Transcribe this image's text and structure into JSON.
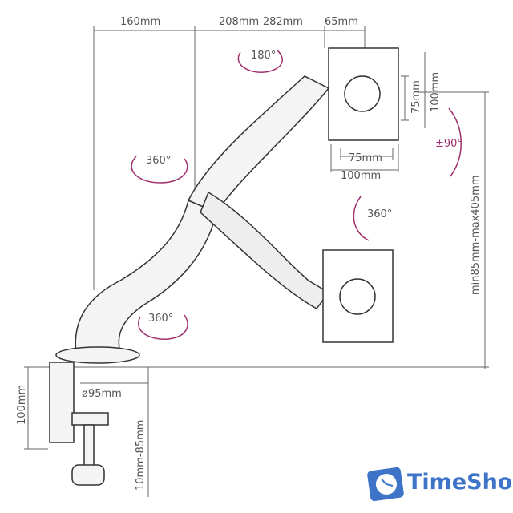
{
  "dimensions": {
    "top_1": "160mm",
    "top_2": "208mm-282mm",
    "top_3": "65mm",
    "vesa_v_small": "75mm",
    "vesa_v_large": "100mm",
    "vesa_h_small": "75mm",
    "vesa_h_large": "100mm",
    "tilt": "±90°",
    "height_range": "min85mm-max405mm",
    "clamp_height": "100mm",
    "pole_diameter": "ø95mm",
    "desk_thickness": "10mm-85mm"
  },
  "rotations": {
    "top": "180°",
    "arm_upper": "360°",
    "monitor": "360°",
    "base": "360°"
  },
  "brand": {
    "name": "TimeShop",
    "color": "#3d74c8"
  },
  "colors": {
    "rotation": "#a0306e",
    "lines": "#666666"
  }
}
